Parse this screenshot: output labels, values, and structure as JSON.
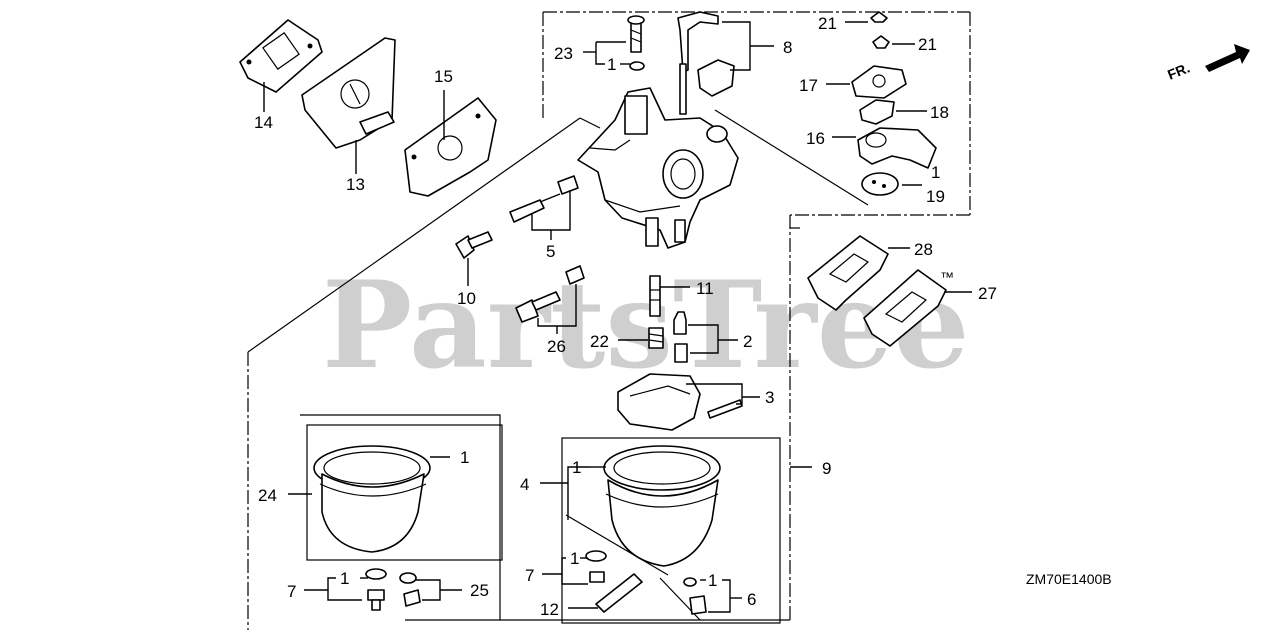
{
  "watermark": {
    "text": "PartsTree",
    "trademark": "™"
  },
  "direction_marker": {
    "text": "FR.",
    "icon": "forward-arrow-icon"
  },
  "diagram_code": "ZM70E1400B",
  "callouts": [
    {
      "id": "c23",
      "text": "23"
    },
    {
      "id": "c1a",
      "text": "1"
    },
    {
      "id": "c8",
      "text": "8"
    },
    {
      "id": "c21a",
      "text": "21"
    },
    {
      "id": "c21b",
      "text": "21"
    },
    {
      "id": "c17",
      "text": "17"
    },
    {
      "id": "c18",
      "text": "18"
    },
    {
      "id": "c16",
      "text": "16"
    },
    {
      "id": "c1b",
      "text": "1"
    },
    {
      "id": "c19",
      "text": "19"
    },
    {
      "id": "c14",
      "text": "14"
    },
    {
      "id": "c13",
      "text": "13"
    },
    {
      "id": "c15",
      "text": "15"
    },
    {
      "id": "c5",
      "text": "5"
    },
    {
      "id": "c10",
      "text": "10"
    },
    {
      "id": "c28",
      "text": "28"
    },
    {
      "id": "c27",
      "text": "27"
    },
    {
      "id": "c11",
      "text": "11"
    },
    {
      "id": "c22",
      "text": "22"
    },
    {
      "id": "c2",
      "text": "2"
    },
    {
      "id": "c26",
      "text": "26"
    },
    {
      "id": "c3",
      "text": "3"
    },
    {
      "id": "c1c",
      "text": "1"
    },
    {
      "id": "c24",
      "text": "24"
    },
    {
      "id": "c4",
      "text": "4"
    },
    {
      "id": "c1d",
      "text": "1"
    },
    {
      "id": "c9",
      "text": "9"
    },
    {
      "id": "c7a",
      "text": "7"
    },
    {
      "id": "c1e",
      "text": "1"
    },
    {
      "id": "c25",
      "text": "25"
    },
    {
      "id": "c7b",
      "text": "7"
    },
    {
      "id": "c1f",
      "text": "1"
    },
    {
      "id": "c12",
      "text": "12"
    },
    {
      "id": "c1g",
      "text": "1"
    },
    {
      "id": "c6",
      "text": "6"
    }
  ]
}
